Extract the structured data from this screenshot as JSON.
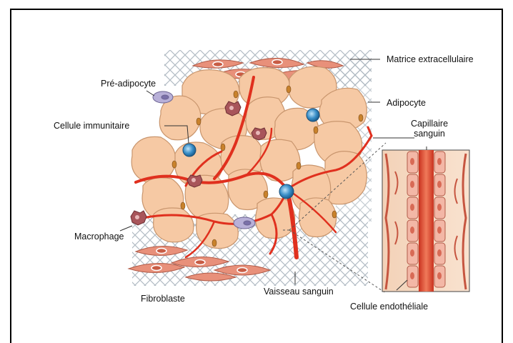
{
  "labels": {
    "matrice": "Matrice extracellulaire",
    "pre_adipocyte": "Pré-adipocyte",
    "adipocyte": "Adipocyte",
    "cellule_immunitaire": "Cellule immunitaire",
    "capillaire_line1": "Capillaire",
    "capillaire_line2": "sanguin",
    "macrophage": "Macrophage",
    "fibroblaste": "Fibroblaste",
    "vaisseau": "Vaisseau sanguin",
    "cellule_endotheliale": "Cellule endothéliale"
  },
  "colors": {
    "adipocyte_fill": "#f6c9a4",
    "adipocyte_stroke": "#c9966e",
    "vessel": "#e0301e",
    "fibroblast": "#e8907a",
    "immune_cell": "#3a8fc8",
    "macrophage": "#a8555a",
    "pre_adipocyte": "#b8b0d8",
    "matrix": "#9aa8b4"
  }
}
